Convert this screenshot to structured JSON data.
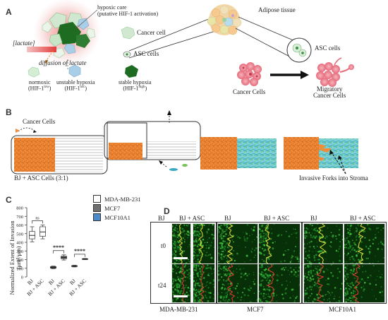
{
  "panels": {
    "a": "A",
    "b": "B",
    "c": "C",
    "d": "D"
  },
  "panel_a": {
    "hypoxic_core": "hypoxic core",
    "hypoxic_core_sub": "(putative HIF-1 activation)",
    "lactate": "[lactate]",
    "diffusion": "diffusion of lactate",
    "normoxic": "normoxic",
    "normoxic_hif": "(HIF-1",
    "normoxic_sup": "low",
    "unstable": "unstable hypoxia",
    "unstable_hif": "(HIF-1",
    "unstable_sup": "osc",
    "stable": "stable hypoxia",
    "stable_hif": "(HIF-1",
    "stable_sup": "high",
    "cancer_cell": "Cancer cell",
    "asc_cells_left": "ASC cells",
    "adipose": "Adipose tissue",
    "asc_cells_right": "ASC cells",
    "cancer_cells": "Cancer Cells",
    "migratory": "Migratory",
    "migratory2": "Cancer Cells"
  },
  "panel_b": {
    "cancer_cells": "Cancer Cells",
    "ratio": "BJ + ASC Cells (3:1)",
    "invasive": "Invasive Forks into Stroma"
  },
  "panel_c": {
    "legend": [
      "MDA-MB-231",
      "MCF7",
      "MCF10A1"
    ],
    "legend_colors": [
      "#ffffff",
      "#6e6e6e",
      "#4a8bc9"
    ],
    "ylabel_line1": "Normalized Extent of Invasion",
    "ylabel_line2": "(μm²/μm)",
    "yticks": [
      "0",
      "100",
      "200",
      "300",
      "400",
      "500",
      "600",
      "700",
      "800"
    ],
    "xticks": [
      "BJ",
      "BJ + ASC",
      "BJ",
      "BJ + ASC",
      "BJ",
      "BJ + ASC"
    ],
    "sig": [
      "ns",
      "****",
      "****"
    ]
  },
  "panel_d": {
    "col_labels": [
      "BJ",
      "BJ + ASC",
      "BJ",
      "BJ + ASC",
      "BJ",
      "BJ + ASC"
    ],
    "row_labels": [
      "t0",
      "t24"
    ],
    "groups": [
      "MDA-MB-231",
      "MCF7",
      "MCF10A1"
    ]
  },
  "chart_data": {
    "type": "box",
    "ylabel": "Normalized Extent of Invasion (μm²/μm)",
    "ylim": [
      0,
      800
    ],
    "categories": [
      "BJ",
      "BJ + ASC",
      "BJ",
      "BJ + ASC",
      "BJ",
      "BJ + ASC"
    ],
    "series": [
      {
        "name": "MDA-MB-231",
        "boxes": [
          {
            "min": 405,
            "q1": 440,
            "median": 480,
            "q3": 525,
            "max": 580
          },
          {
            "min": 440,
            "q1": 470,
            "median": 520,
            "q3": 580,
            "max": 600
          }
        ]
      },
      {
        "name": "MCF7",
        "boxes": [
          {
            "min": 95,
            "q1": 100,
            "median": 110,
            "q3": 120,
            "max": 125
          },
          {
            "min": 195,
            "q1": 210,
            "median": 225,
            "q3": 240,
            "max": 255
          }
        ]
      },
      {
        "name": "MCF10A1",
        "boxes": [
          {
            "min": 115,
            "q1": 120,
            "median": 125,
            "q3": 130,
            "max": 135
          },
          {
            "min": 200,
            "q1": 203,
            "median": 206,
            "q3": 210,
            "max": 213
          }
        ]
      }
    ],
    "significance": [
      "ns",
      "****",
      "****"
    ]
  }
}
